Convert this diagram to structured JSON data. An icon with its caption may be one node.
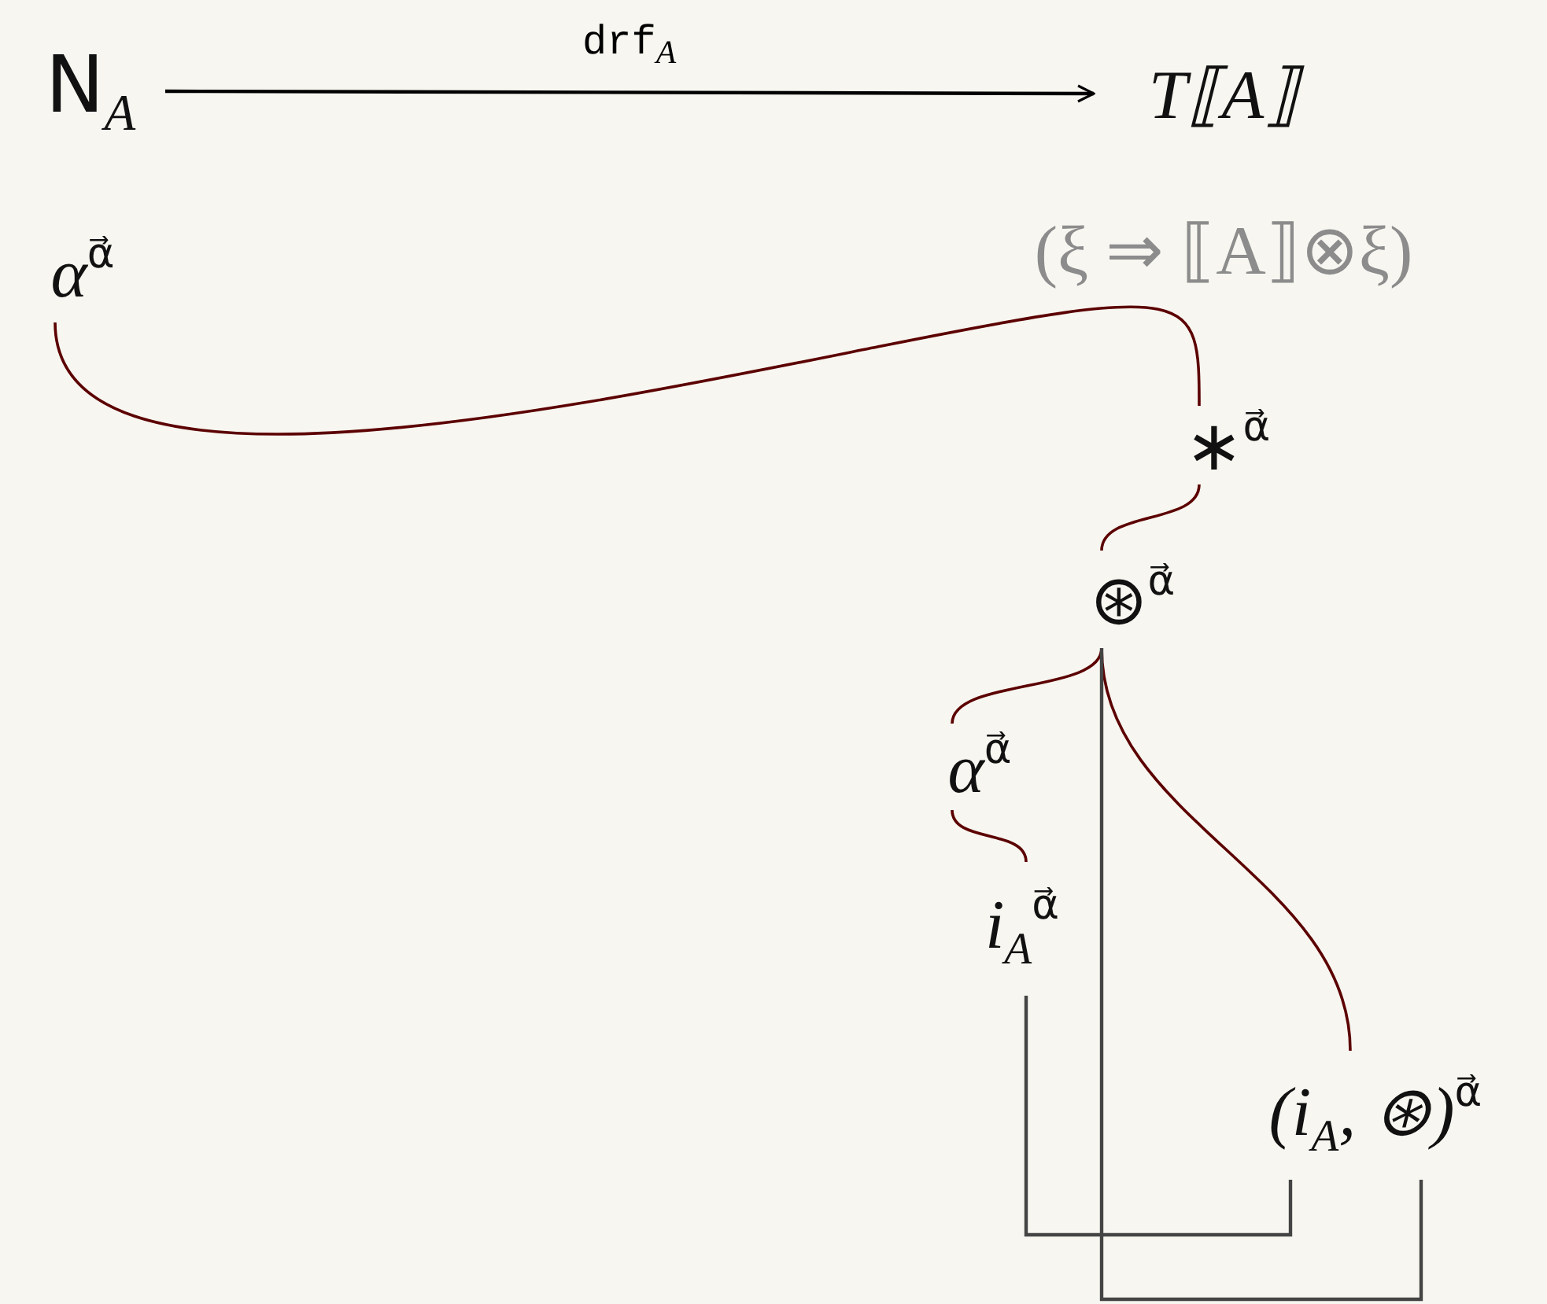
{
  "diagram": {
    "nodes": [
      {
        "text": [
          "N$_{A}$"
        ]
      },
      {
        "text": [
          "T⟦A⟧"
        ]
      },
      {
        "text": [
          "α$^{α⃗}$"
        ]
      },
      {
        "text": [
          "(ξ ⇒ ⟦A⟧⊗ξ)"
        ]
      },
      {
        "text": [
          "∗$^{α⃗}$"
        ]
      },
      {
        "text": [
          "⊛$^{α⃗}$"
        ]
      },
      {
        "text": [
          "α$^{α⃗}$"
        ]
      },
      {
        "text": [
          "i$_{A}$$^{α⃗}$"
        ]
      },
      {
        "text": [
          "(i$_{A}$, ⊛)$^{α⃗}$"
        ]
      }
    ],
    "edges": [
      {
        "from": 0,
        "to": 1,
        "arrow": "to",
        "label": "drf$_{A}$",
        "color": "#000000"
      },
      {
        "from": 2,
        "to": 4,
        "arrow": "none"
      },
      {
        "from": 4,
        "to": 5,
        "arrow": "none"
      },
      {
        "from": 5,
        "to": 6,
        "arrow": "none"
      },
      {
        "from": 6,
        "to": 7,
        "arrow": "none"
      },
      {
        "from": 5,
        "to": 8,
        "arrow": "none"
      },
      {
        "from": 7,
        "to": 8,
        "arrow": "none",
        "color": "#444444"
      },
      {
        "from": 5,
        "to": 8,
        "arrow": "none",
        "color": "#444444"
      }
    ]
  }
}
